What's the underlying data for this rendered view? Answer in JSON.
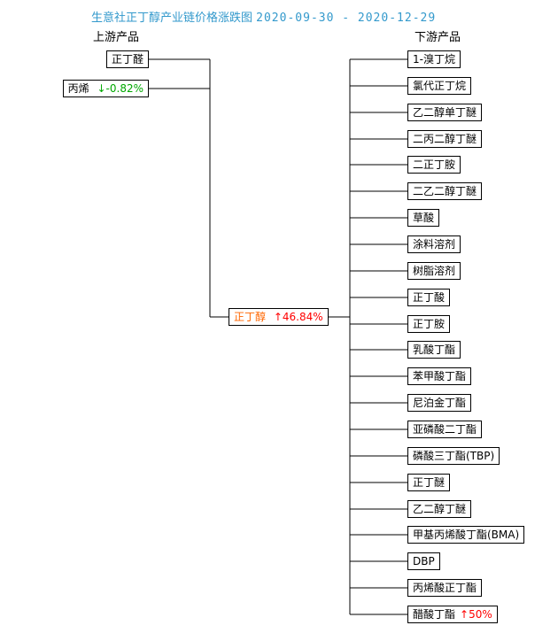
{
  "title": {
    "text": "生意社正丁醇产业链价格涨跌图",
    "date_range": "2020-09-30 - 2020-12-29"
  },
  "columns": {
    "upstream": "上游产品",
    "downstream": "下游产品"
  },
  "colors": {
    "title": "#3399cc",
    "up": "#ff0000",
    "down": "#00a800",
    "center_name": "#ff6600",
    "box_border": "#000000",
    "background": "#ffffff"
  },
  "upstream": [
    {
      "name": "正丁醛",
      "change": "",
      "direction": ""
    },
    {
      "name": "丙烯",
      "change": "↓-0.82%",
      "direction": "down"
    }
  ],
  "center": {
    "name": "正丁醇",
    "change": "↑46.84%",
    "direction": "up"
  },
  "downstream": [
    {
      "name": "1-溴丁烷",
      "change": "",
      "direction": ""
    },
    {
      "name": "氯代正丁烷",
      "change": "",
      "direction": ""
    },
    {
      "name": "乙二醇单丁醚",
      "change": "",
      "direction": ""
    },
    {
      "name": "二丙二醇丁醚",
      "change": "",
      "direction": ""
    },
    {
      "name": "二正丁胺",
      "change": "",
      "direction": ""
    },
    {
      "name": "二乙二醇丁醚",
      "change": "",
      "direction": ""
    },
    {
      "name": "草酸",
      "change": "",
      "direction": ""
    },
    {
      "name": "涂料溶剂",
      "change": "",
      "direction": ""
    },
    {
      "name": "树脂溶剂",
      "change": "",
      "direction": ""
    },
    {
      "name": "正丁酸",
      "change": "",
      "direction": ""
    },
    {
      "name": "正丁胺",
      "change": "",
      "direction": ""
    },
    {
      "name": "乳酸丁酯",
      "change": "",
      "direction": ""
    },
    {
      "name": "苯甲酸丁酯",
      "change": "",
      "direction": ""
    },
    {
      "name": "尼泊金丁酯",
      "change": "",
      "direction": ""
    },
    {
      "name": "亚磷酸二丁酯",
      "change": "",
      "direction": ""
    },
    {
      "name": "磷酸三丁酯(TBP)",
      "change": "",
      "direction": ""
    },
    {
      "name": "正丁醚",
      "change": "",
      "direction": ""
    },
    {
      "name": "乙二醇丁醚",
      "change": "",
      "direction": ""
    },
    {
      "name": "甲基丙烯酸丁酯(BMA)",
      "change": "",
      "direction": ""
    },
    {
      "name": "DBP",
      "change": "",
      "direction": ""
    },
    {
      "name": "丙烯酸正丁酯",
      "change": "",
      "direction": ""
    },
    {
      "name": "醋酸丁酯",
      "change": "↑50%",
      "direction": "up"
    }
  ]
}
